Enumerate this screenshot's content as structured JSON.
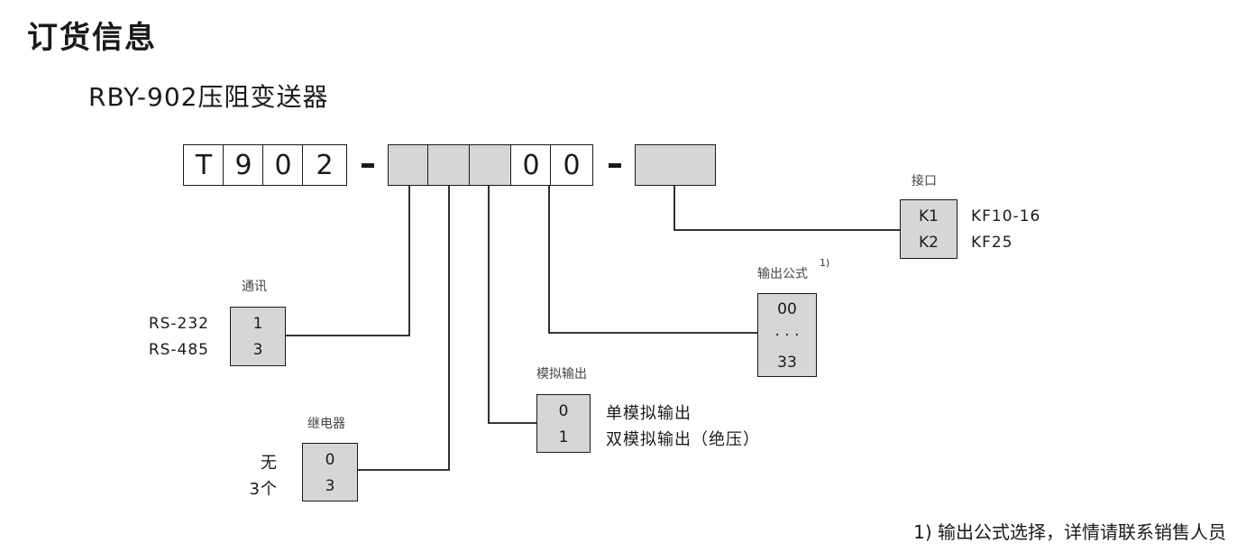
{
  "heading": "订货信息",
  "model": "RBY-902压阻变送器",
  "code": {
    "fixed": [
      "T",
      "9",
      "0",
      "2"
    ],
    "separator": "-",
    "fixed_middle": [
      "0",
      "0"
    ]
  },
  "communication": {
    "label": "通讯",
    "options": [
      {
        "code": "1",
        "desc": "RS-232"
      },
      {
        "code": "3",
        "desc": "RS-485"
      }
    ]
  },
  "relay": {
    "label": "继电器",
    "options": [
      {
        "code": "0",
        "desc": "无"
      },
      {
        "code": "3",
        "desc": "3个"
      }
    ]
  },
  "analog_output": {
    "label": "模拟输出",
    "options": [
      {
        "code": "0",
        "desc": "单模拟输出"
      },
      {
        "code": "1",
        "desc": "双模拟输出（绝压）"
      }
    ]
  },
  "output_formula": {
    "label": "输出公式",
    "note_mark": "1)",
    "options": [
      "00",
      "· · ·",
      "33"
    ]
  },
  "interface": {
    "label": "接口",
    "options": [
      {
        "code": "K1",
        "desc": "KF10-16"
      },
      {
        "code": "K2",
        "desc": "KF25"
      }
    ]
  },
  "footnote": "1) 输出公式选择，详情请联系销售人员",
  "colors": {
    "line": "#1a1a1a",
    "box_fill": "#d6d6d6",
    "background": "#ffffff"
  }
}
